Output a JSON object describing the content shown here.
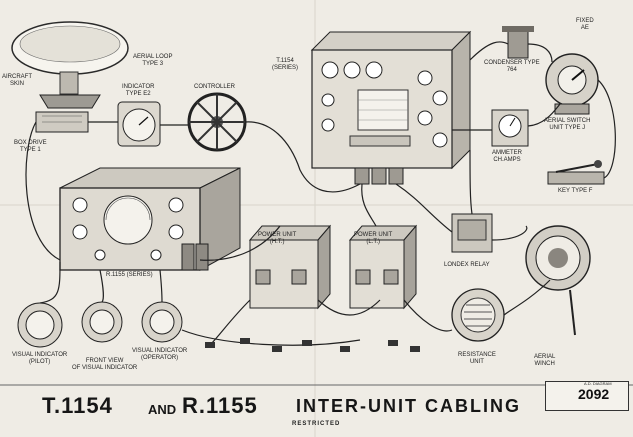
{
  "title": {
    "left": "T.1154",
    "and": "AND",
    "right": "R.1155",
    "rest": "INTER-UNIT CABLING",
    "restricted": "RESTRICTED"
  },
  "reference": {
    "number": "2092",
    "header": "A.D. DIAGRAM"
  },
  "labels": {
    "aerial_loop": "AERIAL LOOP\nTYPE 3",
    "aircraft_skin": "AIRCRAFT\nSKIN",
    "box_drive": "BOX DRIVE\nTYPE 1",
    "indicator": "INDICATOR\nTYPE E2",
    "controller": "CONTROLLER",
    "t1154": "T.1154\n(SERIES)",
    "condenser": "CONDENSER TYPE\n764",
    "fixed": "FIXED\nAE",
    "aerial_switch": "AERIAL SWITCH\nUNIT TYPE J",
    "ammeter": "AMMETER\nCH.AMPS",
    "key": "KEY TYPE F",
    "r1155": "R.1155 (SERIES)",
    "power_ht": "POWER UNIT\n(H.T.)",
    "power_lt": "POWER UNIT\n(L.T.)",
    "relay": "LONDEX RELAY",
    "aerial_winch": "AERIAL\nWINCH",
    "resistance": "RESISTANCE\nUNIT",
    "visual_pilot": "VISUAL INDICATOR\n(PILOT)",
    "front_view": "FRONT VIEW\nOF VISUAL INDICATOR",
    "visual_operator": "VISUAL INDICATOR\n(OPERATOR)"
  }
}
